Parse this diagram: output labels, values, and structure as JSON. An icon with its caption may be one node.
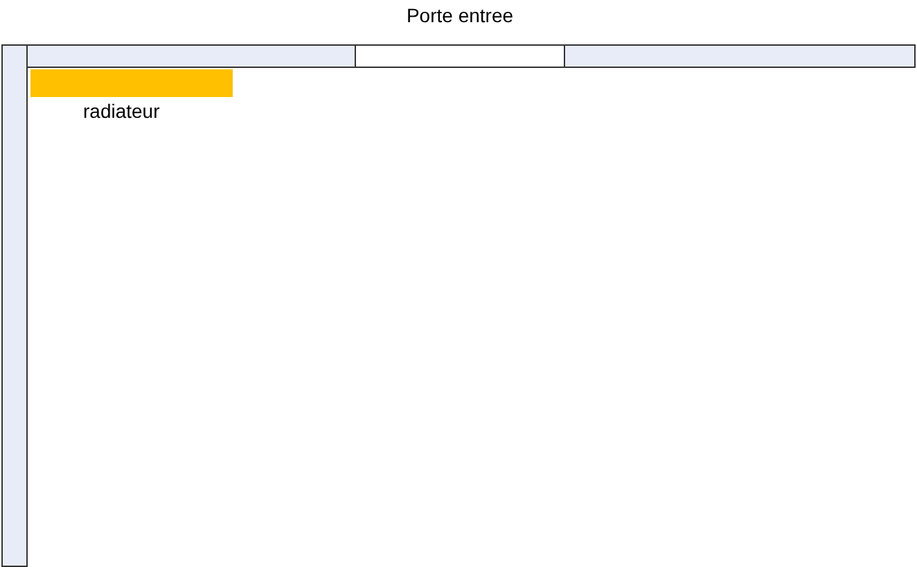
{
  "diagram": {
    "nodes": [
      {
        "text": [],
        "shape": "bar"
      },
      {
        "text": [
          "Porte entree"
        ]
      },
      {
        "text": [],
        "shape": "bar"
      },
      {
        "text": [],
        "shape": "bar"
      },
      {
        "text": [],
        "shape": "bar",
        "beside": [
          "radiateur"
        ]
      }
    ]
  }
}
